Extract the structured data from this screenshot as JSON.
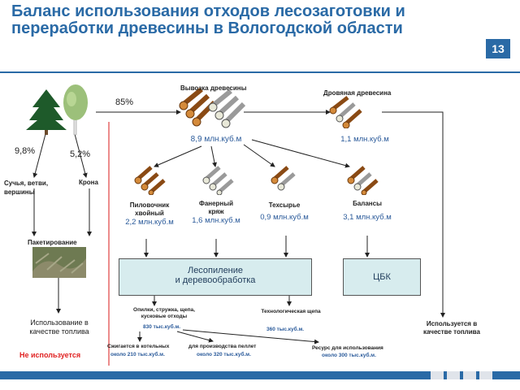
{
  "title": "Баланс использования отходов лесозаготовки и переработки древесины в Вологодской области",
  "page_number": "13",
  "top": {
    "export_label": "Вывозка древесины",
    "export_value": "8,9 млн.куб.м",
    "percent_85": "85%",
    "firewood_label": "Дровяная древесина",
    "firewood_value": "1,1 млн.куб.м"
  },
  "left": {
    "percent_conifer": "9,8%",
    "percent_crown": "5,2%",
    "branches_label": "Сучья, ветви, вершины",
    "crown_label": "Крона",
    "packaging_label": "Пакетирование",
    "fuel_use_label": "Использование в качестве топлива",
    "not_used_label": "Не используется"
  },
  "categories": {
    "sawlogs_label": "Пиловочник хвойный",
    "sawlogs_value": "2,2 млн.куб.м",
    "veneer_label": "Фанерный кряж",
    "veneer_value": "1,6 млн.куб.м",
    "tech_label": "Техсырье",
    "tech_value": "0,9 млн.куб.м",
    "pulp_label": "Балансы",
    "pulp_value": "3,1 млн.куб.м"
  },
  "boxes": {
    "sawmill_line1": "Лесопиление",
    "sawmill_line2": "и деревообработка",
    "pulp_mill": "ЦБК"
  },
  "waste": {
    "residues_label": "Опилки, стружка, щепа, кусковые отходы",
    "residues_value": "830 тыс.куб.м.",
    "chips_label": "Технологическая щепа",
    "chips_value": "360 тыс.куб.м.",
    "boilers_label": "Сжигается в котельных",
    "boilers_value": "около 210 тыс.куб.м.",
    "pellets_label": "для производства пеллет",
    "pellets_value": "около 320 тыс.куб.м.",
    "resource_label": "Ресурс для использования",
    "resource_value": "около 300 тыс.куб.м.",
    "right_fuel_label": "Используется в качестве топлива"
  },
  "colors": {
    "accent": "#2a6aa6",
    "box_fill": "#d7ecee",
    "warning": "#e02020",
    "log_brown": "#8a4a14",
    "log_gray": "#9a9a9a"
  },
  "icons": [
    "conifer-tree-icon",
    "birch-tree-icon",
    "log-pile-icon",
    "wood-pile-photo"
  ]
}
